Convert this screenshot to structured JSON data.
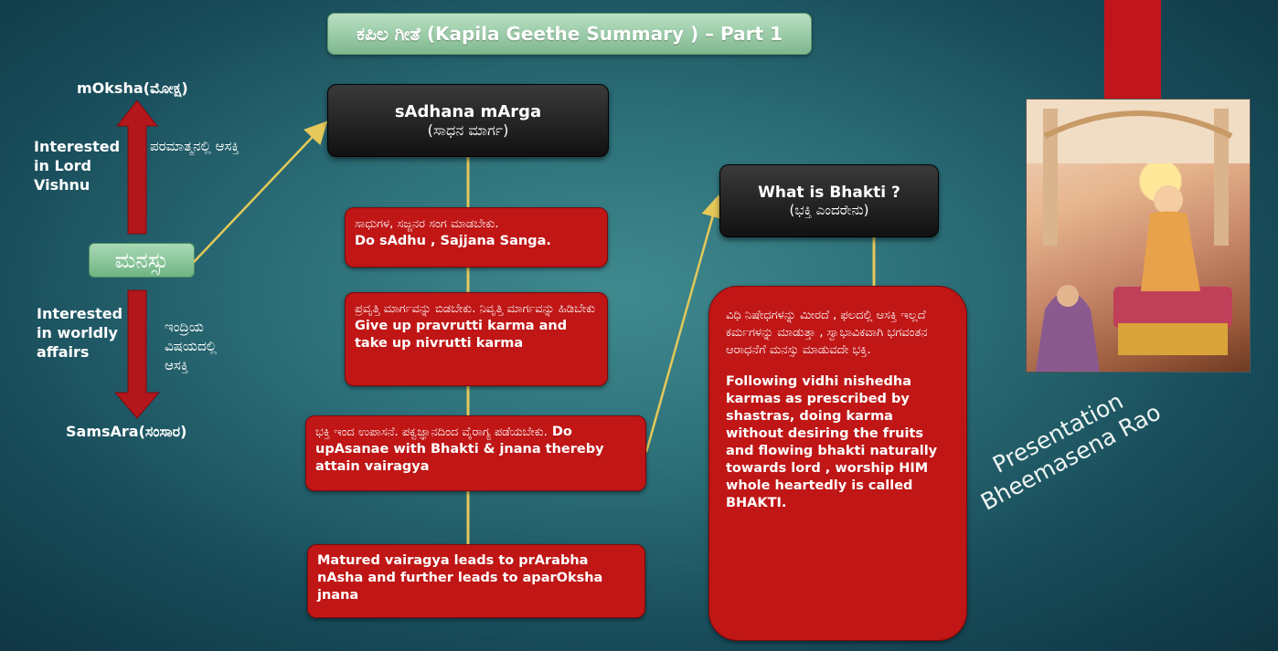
{
  "title": "ಕಪಿಲ ಗೀತೆ (Kapila Geethe Summary ) – Part 1",
  "left": {
    "top_label": "mOksha(ಮೋಕ್ಷ)",
    "up_left_en": "Interested in Lord Vishnu",
    "up_right_kn": "ಪರಮಾತ್ಮನಲ್ಲಿ ಆಸಕ್ತಿ",
    "center": "ಮನಸ್ಸು",
    "down_left_en": "Interested in worldly affairs",
    "down_right_kn": "ಇಂದ್ರಿಯ ವಿಷಯದಲ್ಲಿ ಆಸಕ್ತಿ",
    "bottom_label": "SamsAra(ಸಂಸಾರ)"
  },
  "sadhana": {
    "en": "sAdhana mArga",
    "kn": "(ಸಾಧನ ಮಾರ್ಗ)"
  },
  "steps": [
    {
      "kn": "ಸಾಧುಗಳ, ಸಜ್ಜನರ ಸಂಗ ಮಾಡಬೇಕು.",
      "en": "Do sAdhu , Sajjana Sanga."
    },
    {
      "kn": "ಪ್ರವೃತ್ತಿ ಮಾರ್ಗವನ್ನು ಬಿಡಬೇಕು. ನಿವೃತ್ತಿ ಮಾರ್ಗವನ್ನು ಹಿಡಿಬೇಕು",
      "en": "Give up pravrutti karma and take up nivrutti karma"
    },
    {
      "kn": "ಭಕ್ತಿ ಇಂದ ಉಪಾಸನೆ. ಪಕ್ವಜ್ಞಾನದಿಂದ ವೈರಾಗ್ಯ ಪಡೆಯಬೇಕು.",
      "en": "Do upAsanae with Bhakti & jnana thereby attain vairagya"
    },
    {
      "kn": "",
      "en": "Matured vairagya leads to prArabha nAsha and further leads to aparOksha jnana"
    }
  ],
  "bhakti": {
    "en": "What is Bhakti ?",
    "kn": "(ಭಕ್ತಿ ಎಂದರೇನು)"
  },
  "bhakti_def": {
    "kn": "ವಿಧಿ ನಿಷೇಧಗಳನ್ನು ಮೀರದೆ , ಫಲದಲ್ಲಿ ಆಸಕ್ತಿ ಇಲ್ಲದೆ ಕರ್ಮಗಳನ್ನು ಮಾಡುತ್ತಾ , ಸ್ವಾಭಾವಿಕವಾಗಿ ಭಗವಂತನ ಆರಾಧನೆಗೆ ಮನಸ್ಸು ಮಾಡುವದೇ ಭಕ್ತಿ.",
    "en": "Following vidhi nishedha karmas as prescribed by shastras, doing karma without desiring the fruits and flowing bhakti naturally towards lord , worship HIM whole heartedly is called BHAKTI."
  },
  "presentation": {
    "line1": "Presentation",
    "line2": "Bheemasena Rao"
  },
  "colors": {
    "red_box": "#c01616",
    "connector": "#e4c85a",
    "arrow_red": "#b3161b",
    "title_green": "#8cc39a"
  }
}
